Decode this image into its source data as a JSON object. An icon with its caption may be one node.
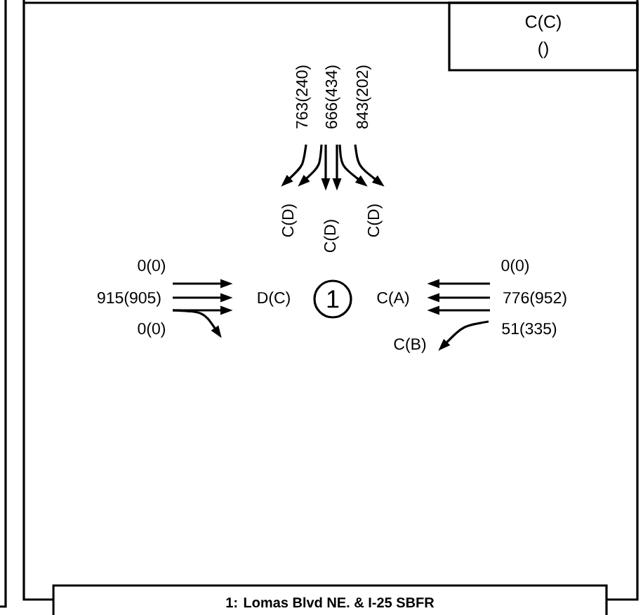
{
  "diagram": {
    "title": "1: Lomas Blvd NE. & I-25 SBFR",
    "nodes": [
      {
        "text": [
          "C(C)",
          "()"
        ]
      },
      {
        "text": [
          "1"
        ]
      }
    ],
    "labels": [
      "763(240)",
      "666(434)",
      "843(202)",
      "C(D)",
      "C(D)",
      "C(D)",
      "0(0)",
      "915(905)",
      "0(0)",
      "D(C)",
      "C(A)",
      "0(0)",
      "776(952)",
      "51(335)",
      "C(B)"
    ]
  }
}
